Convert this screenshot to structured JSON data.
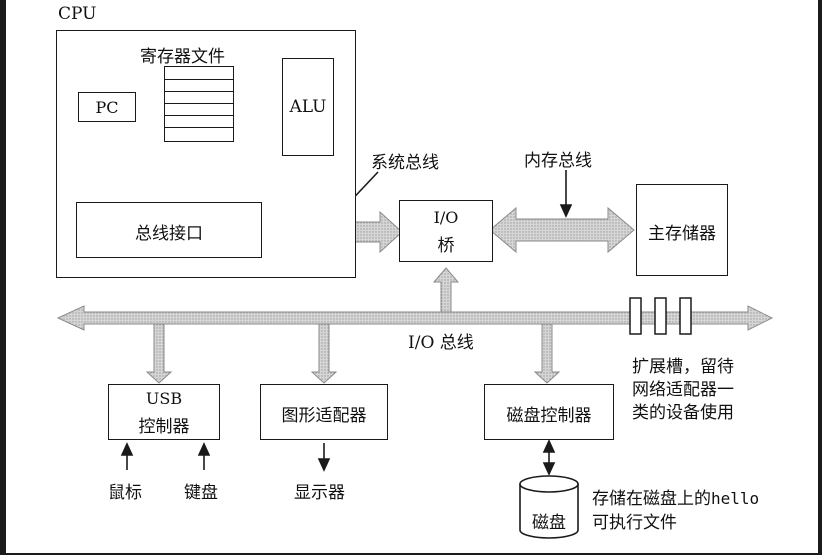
{
  "cpu": {
    "title": "CPU",
    "register_file_label": "寄存器文件",
    "pc_label": "PC",
    "alu_label": "ALU",
    "bus_interface_label": "总线接口"
  },
  "buses": {
    "system_bus_label": "系统总线",
    "memory_bus_label": "内存总线",
    "io_bus_label": "I/O 总线"
  },
  "io_bridge": {
    "line1": "I/O",
    "line2": "桥"
  },
  "main_memory_label": "主存储器",
  "expansion_slots_label": [
    "扩展槽，留待",
    "网络适配器一",
    "类的设备使用"
  ],
  "usb_controller": {
    "line1": "USB",
    "line2": "控制器"
  },
  "graphics_adapter_label": "图形适配器",
  "disk_controller_label": "磁盘控制器",
  "mouse_label": "鼠标",
  "keyboard_label": "键盘",
  "display_label": "显示器",
  "disk_label": "磁盘",
  "hello_note": {
    "prefix": "存储在磁盘上的",
    "file": "hello",
    "line2": "可执行文件"
  },
  "colors": {
    "bus_fill": "#cfcfcf",
    "bus_stroke": "#8a8a8a",
    "line": "#1a1a1a",
    "background": "#ffffff"
  }
}
